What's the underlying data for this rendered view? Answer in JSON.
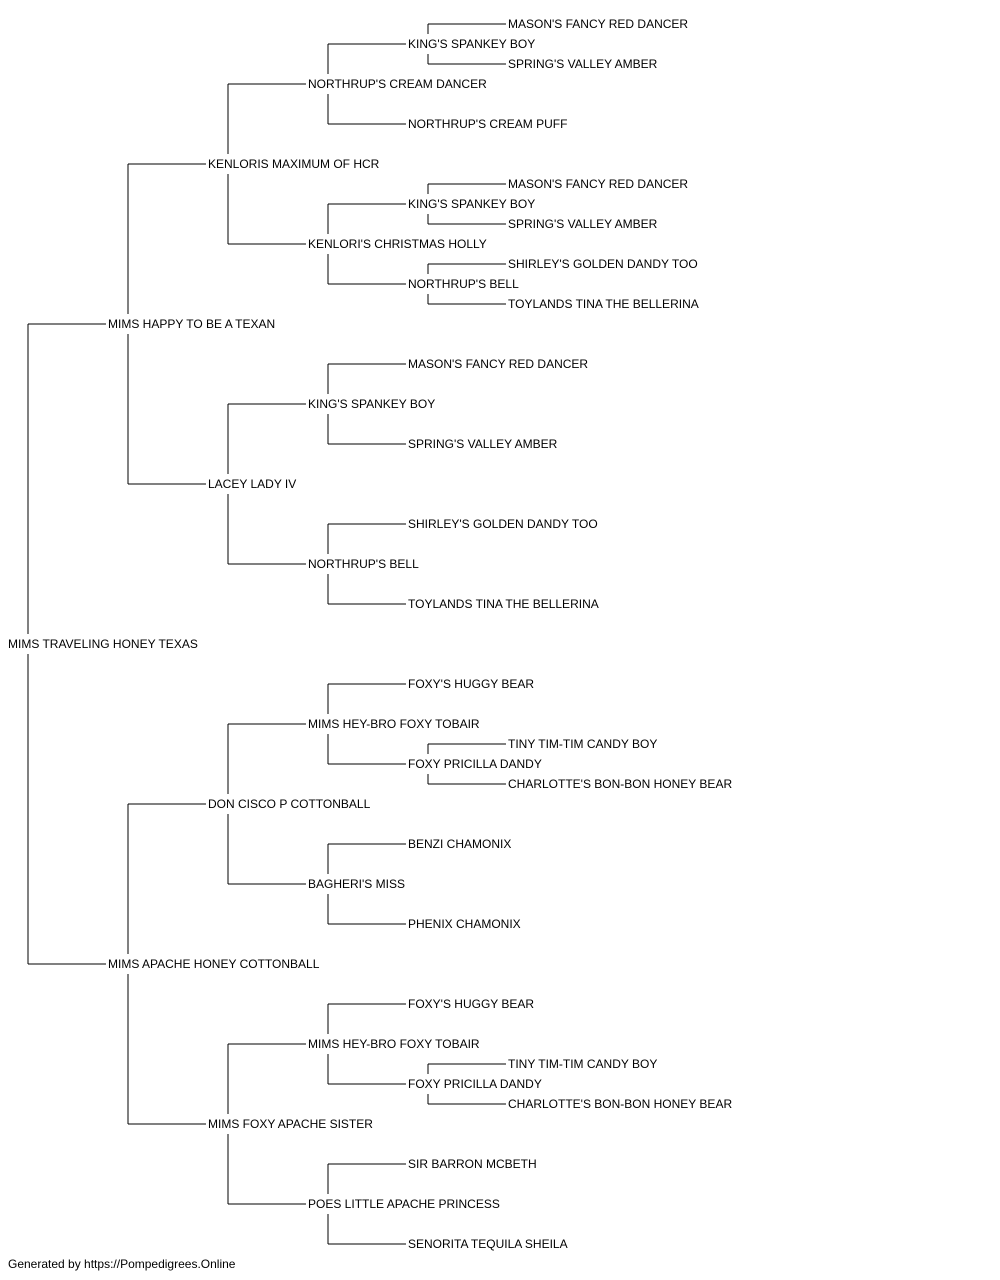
{
  "footer": "Generated by https://Pompedigrees.Online",
  "line_color": "#000000",
  "pedigree": {
    "name": "MIMS TRAVELING HONEY TEXAS",
    "sire": {
      "name": "MIMS HAPPY TO BE A TEXAN",
      "sire": {
        "name": "KENLORIS MAXIMUM OF HCR",
        "sire": {
          "name": "NORTHRUP'S CREAM DANCER",
          "sire": {
            "name": "KING'S SPANKEY BOY",
            "sire": {
              "name": "MASON'S FANCY RED DANCER"
            },
            "dam": {
              "name": "SPRING'S VALLEY AMBER"
            }
          },
          "dam": {
            "name": "NORTHRUP'S CREAM PUFF"
          }
        },
        "dam": {
          "name": "KENLORI'S CHRISTMAS HOLLY",
          "sire": {
            "name": "KING'S SPANKEY BOY",
            "sire": {
              "name": "MASON'S FANCY RED DANCER"
            },
            "dam": {
              "name": "SPRING'S VALLEY AMBER"
            }
          },
          "dam": {
            "name": "NORTHRUP'S BELL",
            "sire": {
              "name": "SHIRLEY'S GOLDEN DANDY TOO"
            },
            "dam": {
              "name": "TOYLANDS TINA THE BELLERINA"
            }
          }
        }
      },
      "dam": {
        "name": "LACEY LADY IV",
        "sire": {
          "name": "KING'S SPANKEY BOY",
          "sire": {
            "name": "MASON'S FANCY RED DANCER"
          },
          "dam": {
            "name": "SPRING'S VALLEY AMBER"
          }
        },
        "dam": {
          "name": "NORTHRUP'S BELL",
          "sire": {
            "name": "SHIRLEY'S GOLDEN DANDY TOO"
          },
          "dam": {
            "name": "TOYLANDS TINA THE BELLERINA"
          }
        }
      }
    },
    "dam": {
      "name": "MIMS APACHE HONEY COTTONBALL",
      "sire": {
        "name": "DON CISCO P COTTONBALL",
        "sire": {
          "name": "MIMS HEY-BRO FOXY TOBAIR",
          "sire": {
            "name": "FOXY'S HUGGY BEAR"
          },
          "dam": {
            "name": "FOXY PRICILLA DANDY",
            "sire": {
              "name": "TINY TIM-TIM CANDY BOY"
            },
            "dam": {
              "name": "CHARLOTTE'S BON-BON HONEY BEAR"
            }
          }
        },
        "dam": {
          "name": "BAGHERI'S MISS",
          "sire": {
            "name": "BENZI CHAMONIX"
          },
          "dam": {
            "name": "PHENIX CHAMONIX"
          }
        }
      },
      "dam": {
        "name": "MIMS FOXY APACHE SISTER",
        "sire": {
          "name": "MIMS HEY-BRO FOXY TOBAIR",
          "sire": {
            "name": "FOXY'S HUGGY BEAR"
          },
          "dam": {
            "name": "FOXY PRICILLA DANDY",
            "sire": {
              "name": "TINY TIM-TIM CANDY BOY"
            },
            "dam": {
              "name": "CHARLOTTE'S BON-BON HONEY BEAR"
            }
          }
        },
        "dam": {
          "name": "POES LITTLE APACHE PRINCESS",
          "sire": {
            "name": "SIR BARRON MCBETH"
          },
          "dam": {
            "name": "SENORITA TEQUILA SHEILA"
          }
        }
      }
    }
  }
}
